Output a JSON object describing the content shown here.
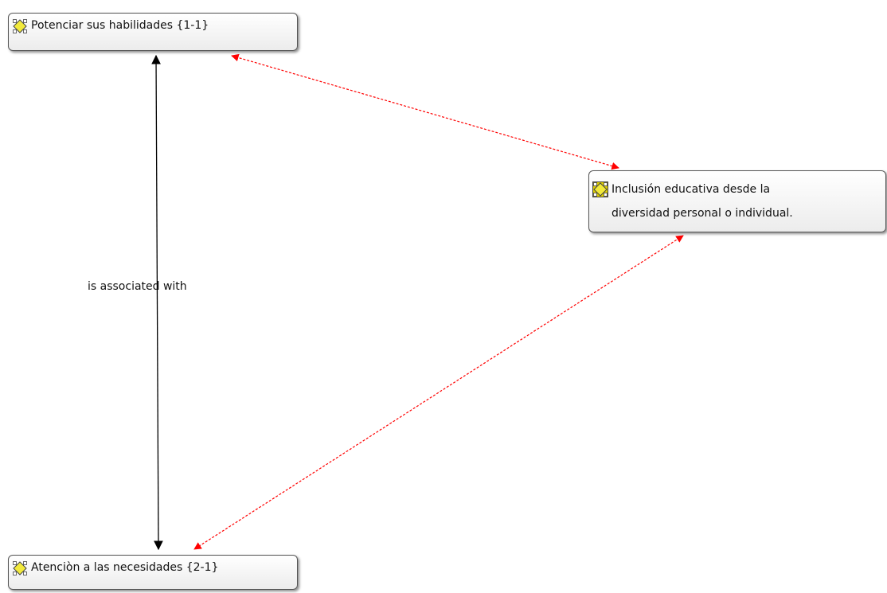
{
  "nodes": {
    "potenciar": {
      "label": "Potenciar sus habilidades {1-1}",
      "icon": "code-diamond-icon"
    },
    "inclusion": {
      "label_line1": "Inclusión educativa desde la",
      "label_line2": "diversidad personal o individual.",
      "icon": "code-family-icon"
    },
    "atencion": {
      "label": "Atenciòn a las necesidades {2-1}",
      "icon": "code-diamond-icon"
    }
  },
  "links": {
    "potenciar_atencion": {
      "label": "is associated with",
      "color": "#000000",
      "style": "solid"
    },
    "potenciar_inclusion": {
      "color": "#ff0000",
      "style": "dashed"
    },
    "inclusion_atencion": {
      "color": "#ff0000",
      "style": "dashed"
    }
  },
  "colors": {
    "icon_fill": "#f2ea3c",
    "node_border": "#555555",
    "relation_black": "#000000",
    "relation_red": "#ff0000"
  }
}
